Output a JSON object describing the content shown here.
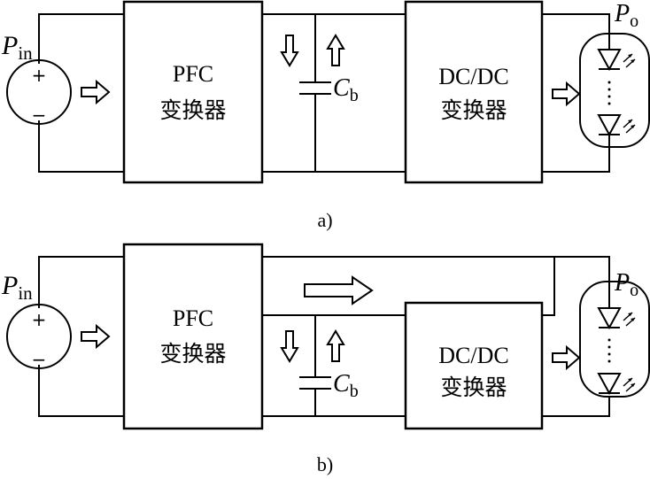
{
  "labels": {
    "pin_symbol": "P",
    "pin_subscript": "in",
    "po_symbol": "P",
    "po_subscript": "o",
    "cap_symbol": "C",
    "cap_subscript": "b",
    "plus": "+",
    "minus": "−",
    "pfc_line1": "PFC",
    "pfc_line2": "变换器",
    "dcdc_line1": "DC/DC",
    "dcdc_line2": "变换器"
  },
  "captions": {
    "a": "a)",
    "b": "b)"
  }
}
